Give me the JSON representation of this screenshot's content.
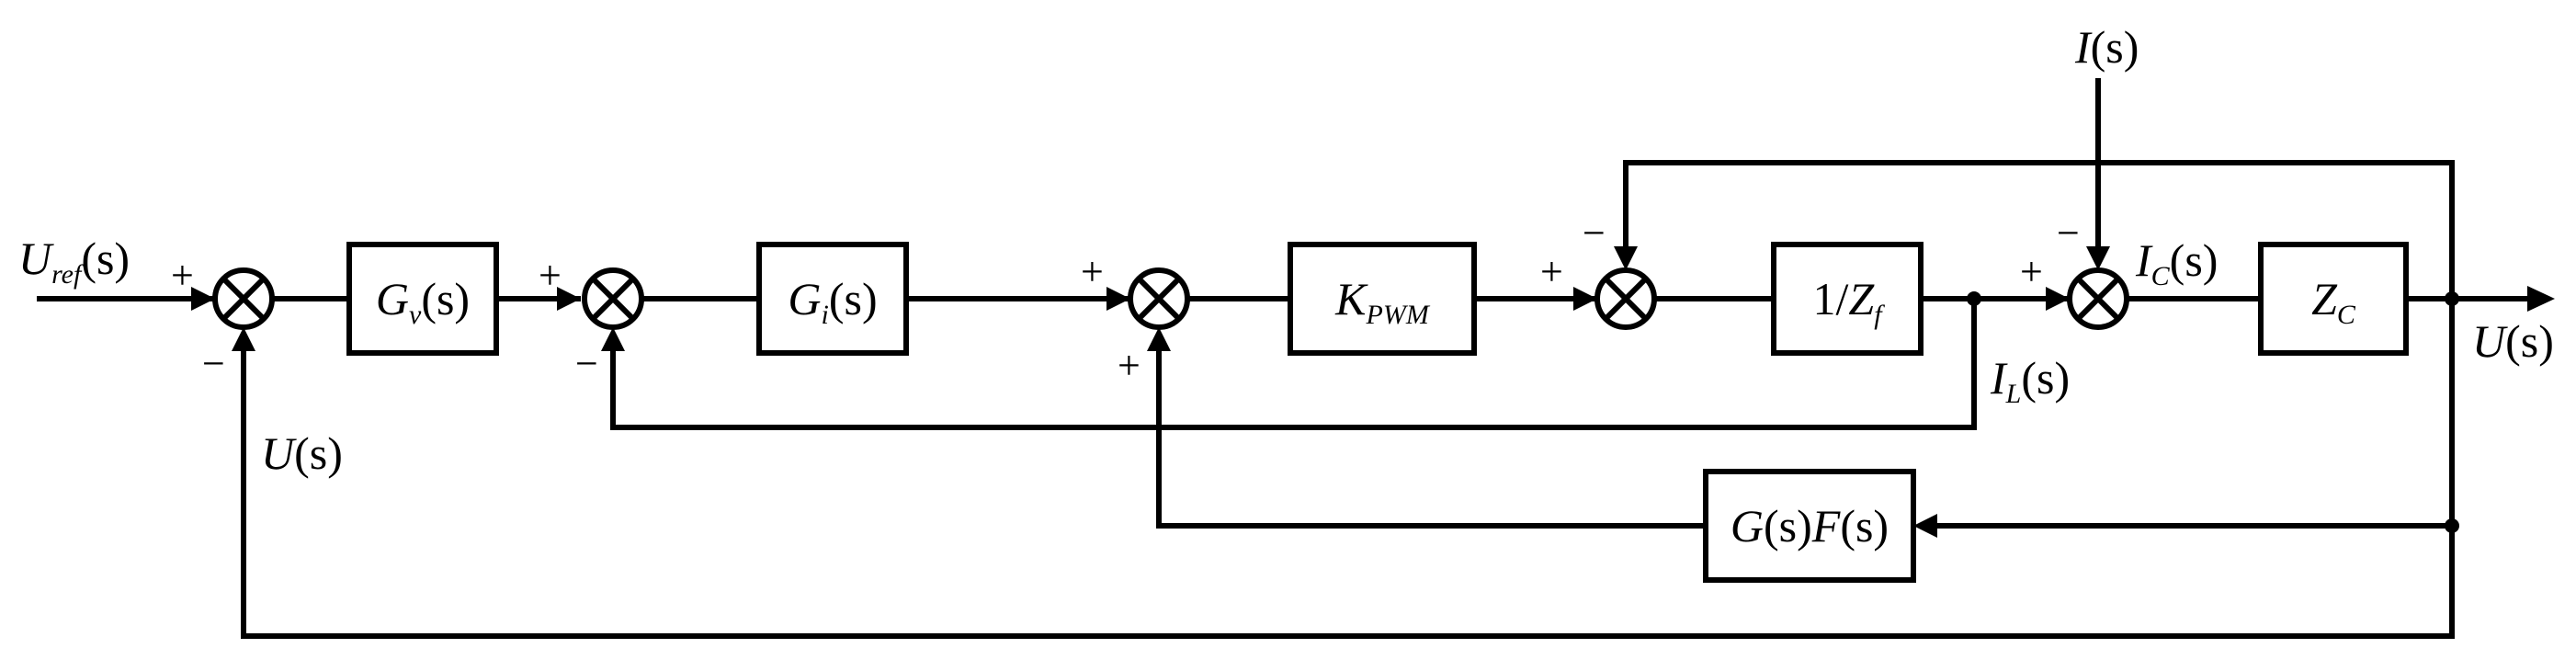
{
  "blocks": {
    "gv": {
      "base": "G",
      "sub": "v",
      "arg": "(s)"
    },
    "gi": {
      "base": "G",
      "sub": "i",
      "arg": "(s)"
    },
    "kpwm": {
      "base": "K",
      "sub": "PWM"
    },
    "zf": {
      "num": "1/",
      "base": "Z",
      "sub": "f"
    },
    "zc": {
      "base": "Z",
      "sub": "C"
    },
    "gf": {
      "g": "G",
      "g_arg": "(s)",
      "f": "F",
      "f_arg": "(s)"
    }
  },
  "signals": {
    "uref": {
      "base": "U",
      "sub": "ref",
      "arg": "(s)"
    },
    "u_out": {
      "base": "U",
      "arg": "(s)"
    },
    "u_fb": {
      "base": "U",
      "arg": "(s)"
    },
    "i_dist": {
      "base": "I",
      "arg": "(s)"
    },
    "ic": {
      "base": "I",
      "sub": "C",
      "arg": "(s)"
    },
    "il": {
      "base": "I",
      "sub": "L",
      "arg": "(s)"
    }
  },
  "signs": {
    "s1_plus": "+",
    "s1_minus": "−",
    "s2_plus": "+",
    "s2_minus": "−",
    "s3_plus_top": "+",
    "s3_plus_bottom": "+",
    "s4_plus": "+",
    "s4_minus": "−",
    "s5_plus": "+",
    "s5_minus": "−"
  }
}
